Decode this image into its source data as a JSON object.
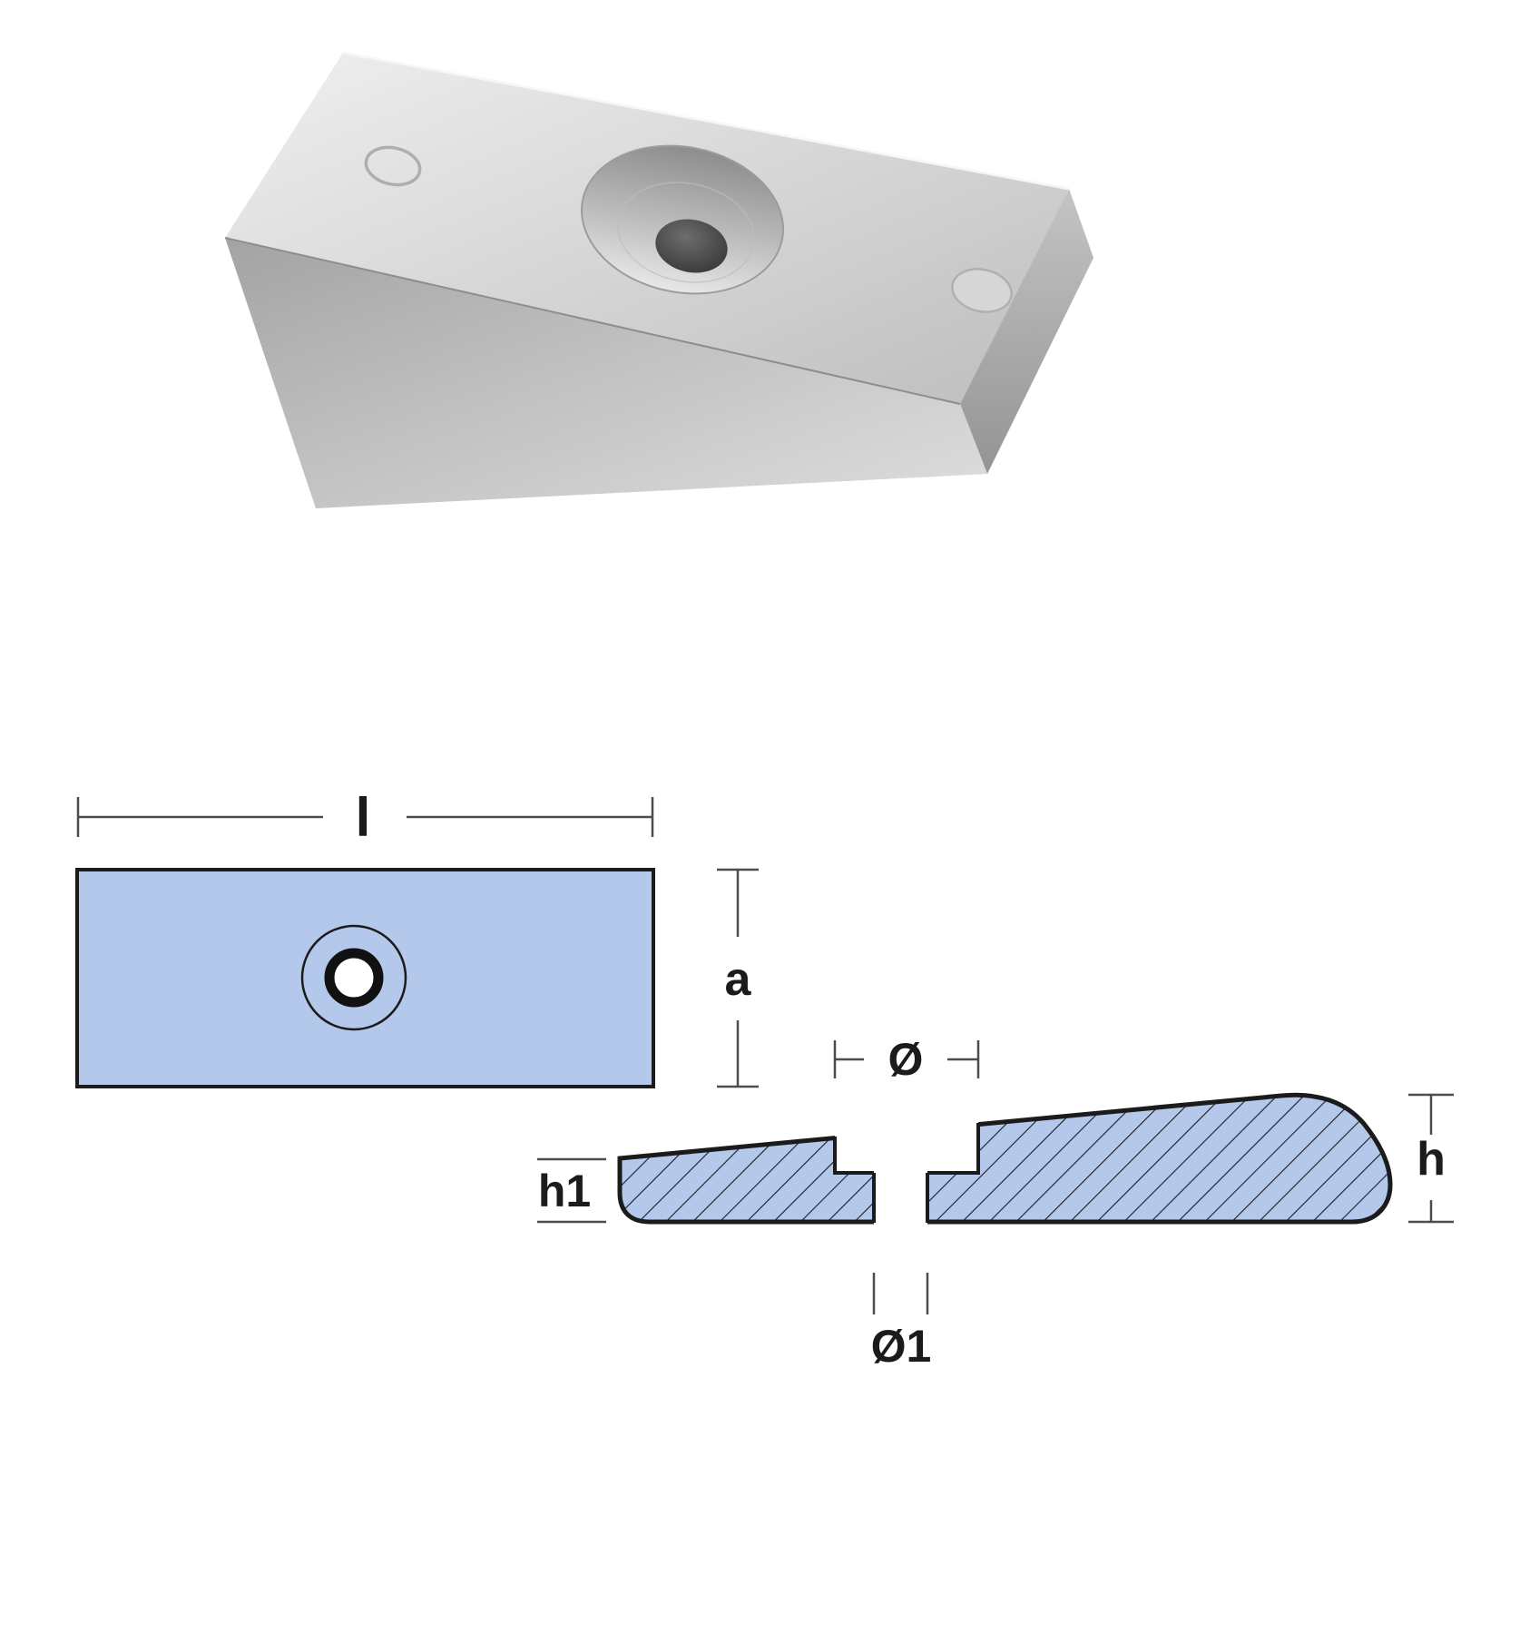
{
  "labels": {
    "length": "l",
    "width": "a",
    "countersink_diameter": "Ø",
    "height": "h",
    "height_small_end": "h1",
    "through_hole_diameter": "Ø1"
  },
  "colors": {
    "section_fill": "#b3c8ea",
    "outline": "#1b1b1b",
    "dimension_line": "#4d4d4d",
    "background": "#ffffff",
    "metal_light": "#ececec",
    "metal_dark": "#8f8f8f"
  }
}
